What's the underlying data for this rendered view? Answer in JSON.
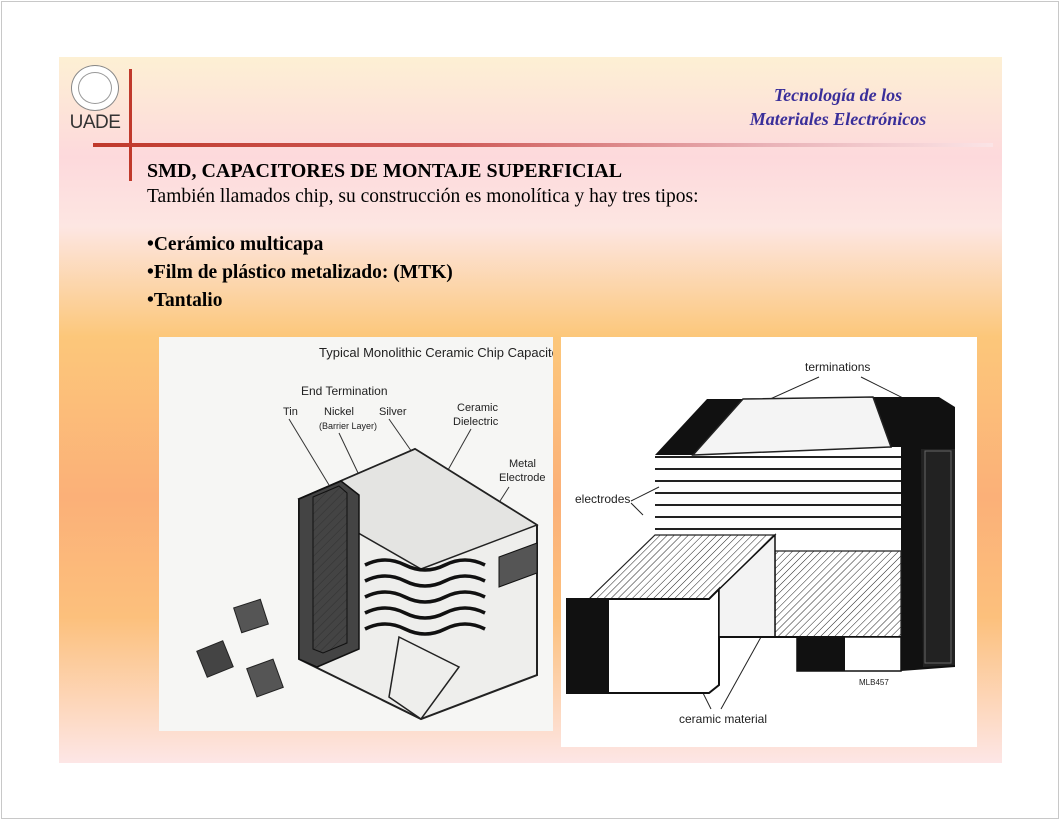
{
  "header": {
    "logo_text": "UADE",
    "course_line1": "Tecnología de los",
    "course_line2": "Materiales Electrónicos"
  },
  "slide": {
    "heading": "SMD, CAPACITORES DE MONTAJE SUPERFICIAL",
    "subtitle": "También llamados chip, su construcción es monolítica y hay tres tipos:",
    "bullets": [
      "•Cerámico multicapa",
      "•Film de plástico metalizado: (MTK)",
      "•Tantalio"
    ]
  },
  "figure_left": {
    "title": "Typical Monolithic Ceramic Chip Capacitor",
    "end_termination": "End Termination",
    "tin": "Tin",
    "nickel": "Nickel",
    "barrier_layer": "(Barrier Layer)",
    "silver": "Silver",
    "ceramic": "Ceramic",
    "dielectric": "Dielectric",
    "metal": "Metal",
    "electrode": "Electrode"
  },
  "figure_right": {
    "terminations": "terminations",
    "electrodes": "electrodes",
    "ceramic_material": "ceramic material",
    "code": "MLB457"
  }
}
